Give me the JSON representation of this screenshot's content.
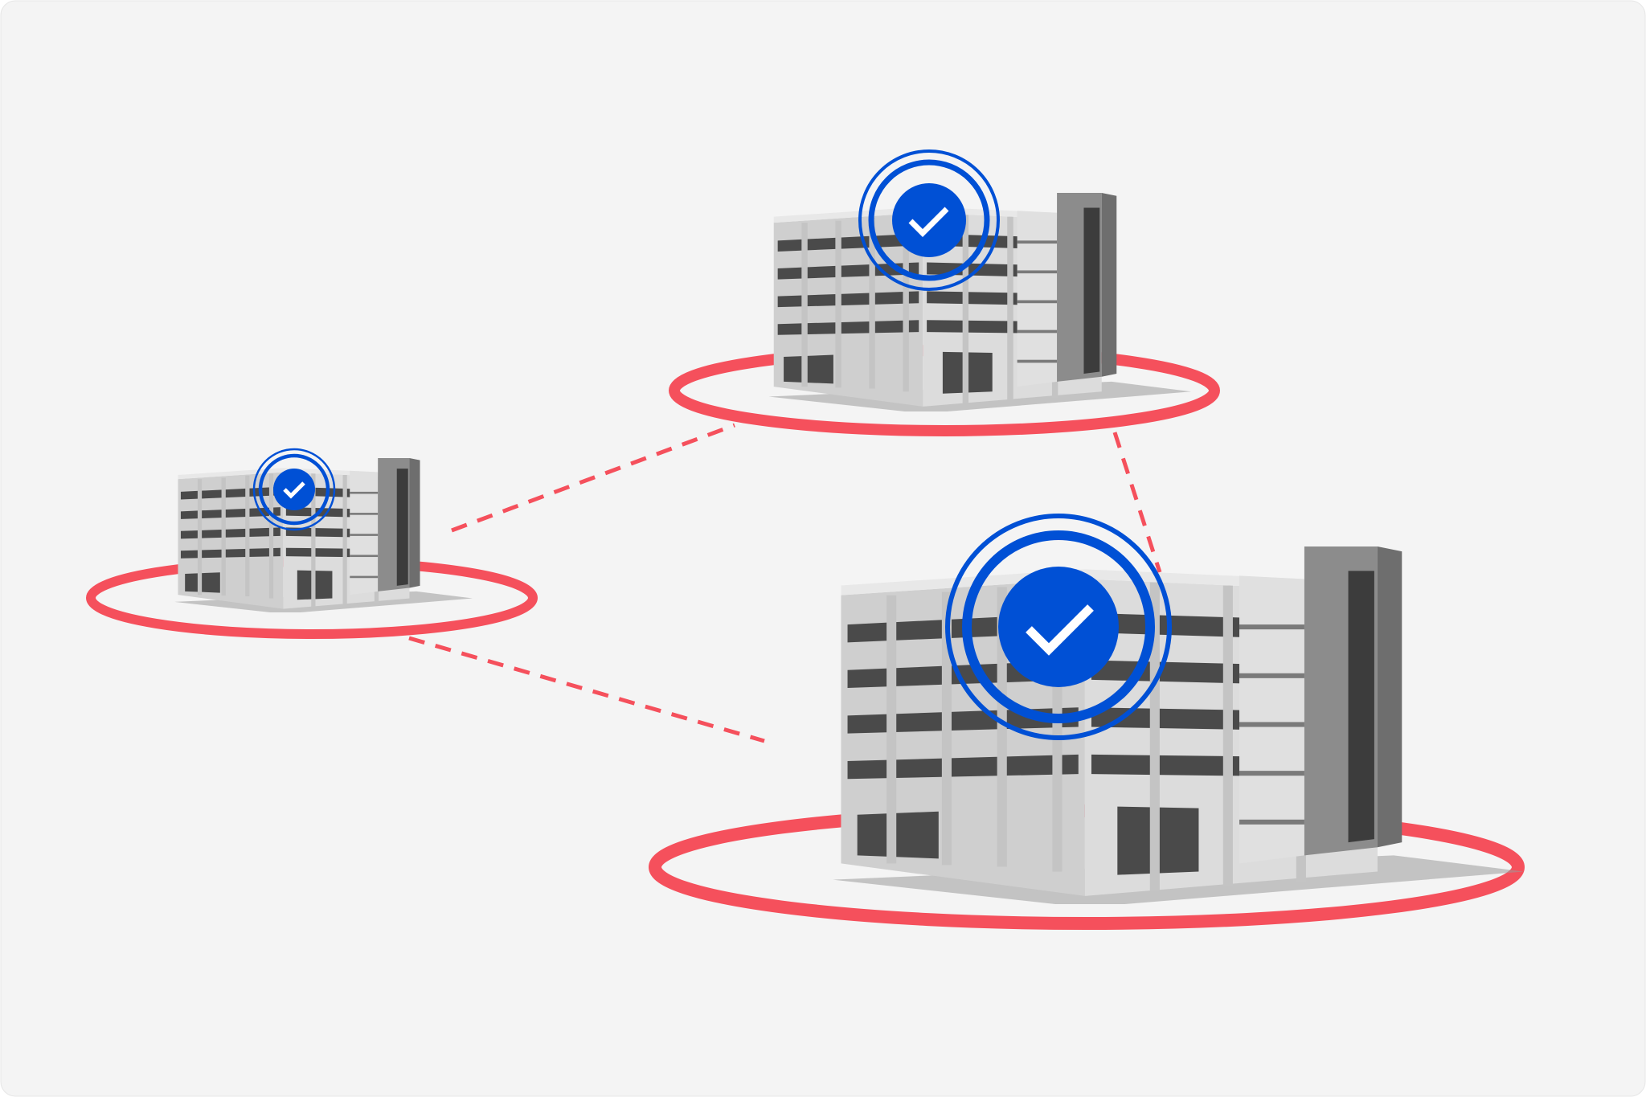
{
  "colors": {
    "background": "#f4f4f4",
    "ring": "#f5505c",
    "badge": "#0050d5",
    "check": "#ffffff",
    "concrete_light": "#d9d9d9",
    "concrete_mid": "#bdbdbd",
    "concrete_dark": "#8a8a8a",
    "openings": "#4a4a4a"
  },
  "scene": {
    "buildings": [
      {
        "id": "left",
        "icon": "verified-check-icon",
        "status": "verified"
      },
      {
        "id": "top",
        "icon": "verified-check-icon",
        "status": "verified"
      },
      {
        "id": "right",
        "icon": "verified-check-icon",
        "status": "verified"
      }
    ],
    "connections": [
      [
        "left",
        "top"
      ],
      [
        "left",
        "right"
      ],
      [
        "top",
        "right"
      ]
    ]
  }
}
